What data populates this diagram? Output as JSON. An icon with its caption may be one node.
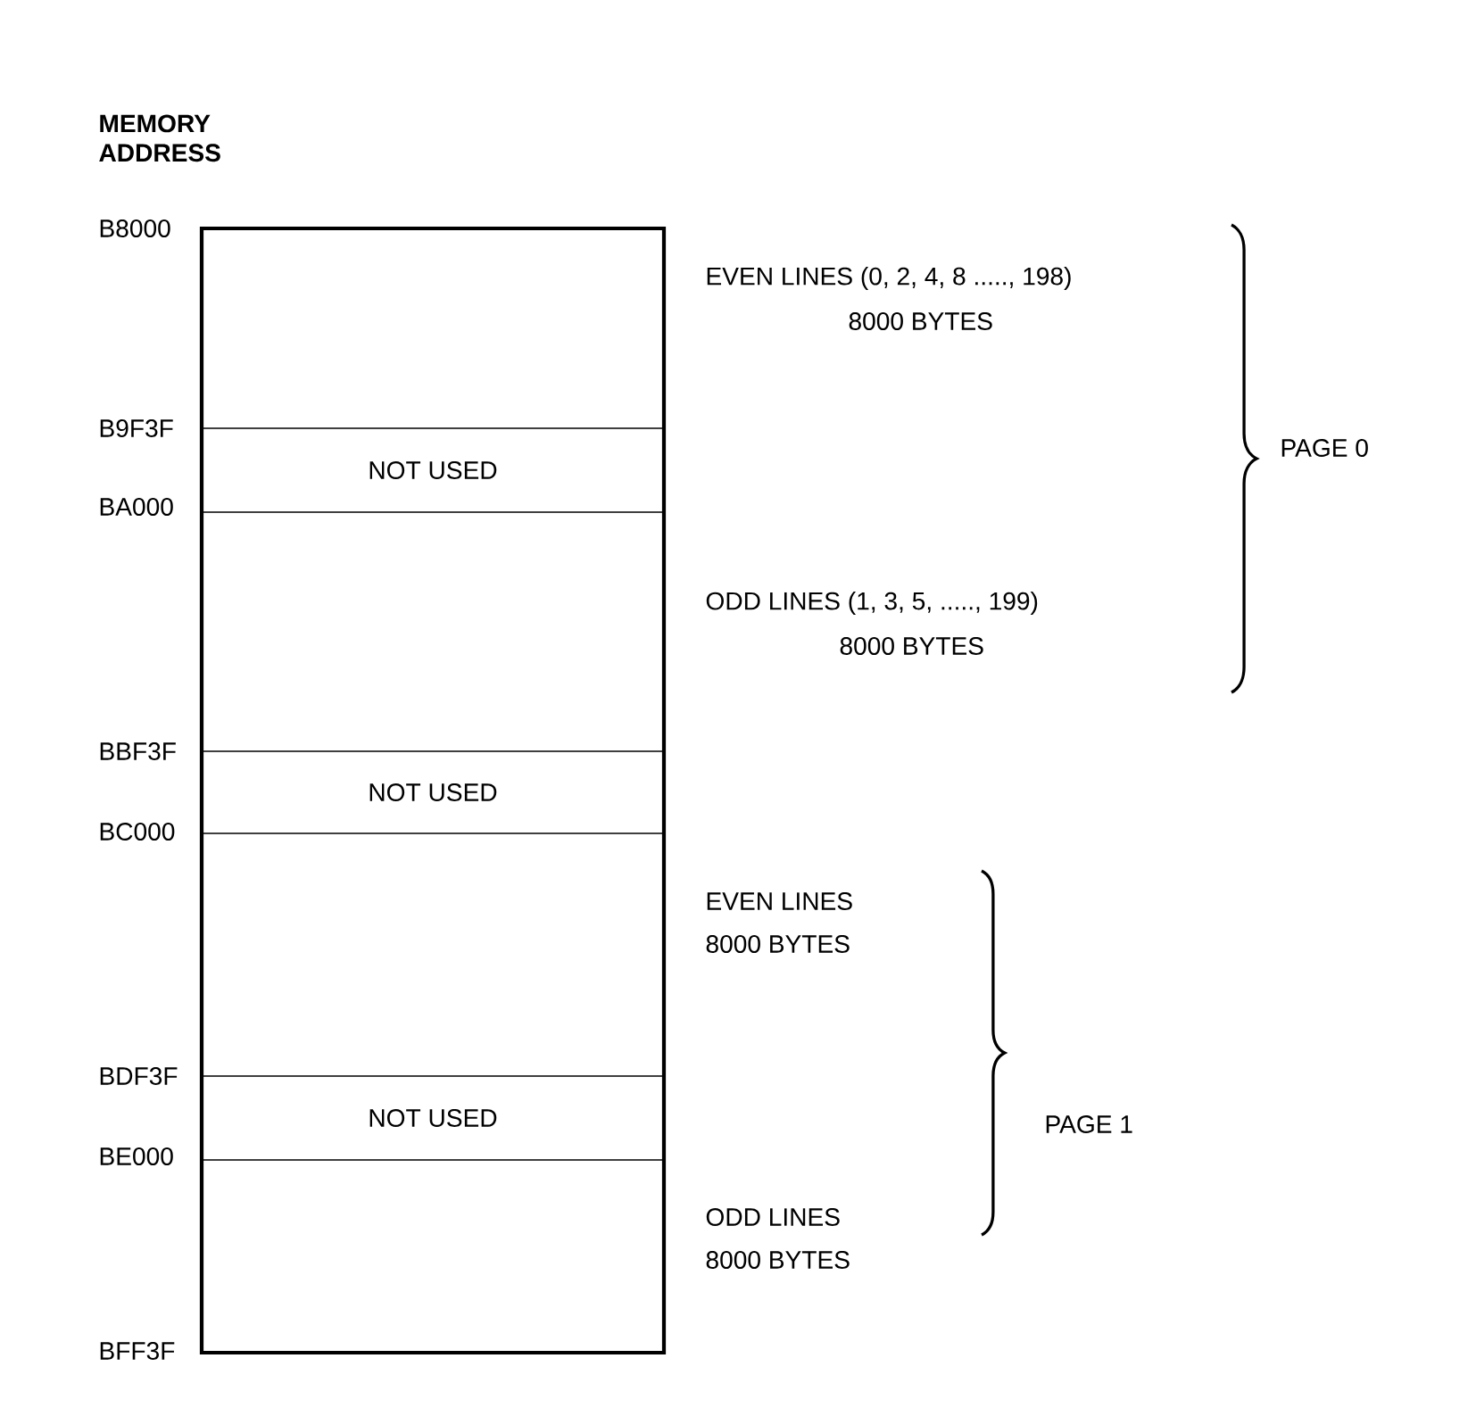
{
  "diagram": {
    "title": "MEMORY ADDRESS",
    "nodes": [
      {
        "text": [],
        "shape": "box"
      },
      {
        "text": [
          "NOT USED"
        ],
        "in": 0
      },
      {
        "text": [
          "NOT USED"
        ],
        "in": 0
      },
      {
        "text": [
          "NOT USED"
        ],
        "in": 0
      }
    ],
    "labels": [
      "B8000",
      "EVEN LINES (0, 2, 4, 8 ....., 198)",
      "8000 BYTES",
      "PAGE 0",
      "B9F3F",
      "BA000",
      "ODD LINES (1, 3, 5, ....., 199)",
      "8000 BYTES",
      "BBF3F",
      "BC000",
      "EVEN LINES",
      "8000 BYTES",
      "BDF3F",
      "PAGE 1",
      "BE000",
      "ODD LINES",
      "8000 BYTES",
      "BFF3F"
    ]
  }
}
